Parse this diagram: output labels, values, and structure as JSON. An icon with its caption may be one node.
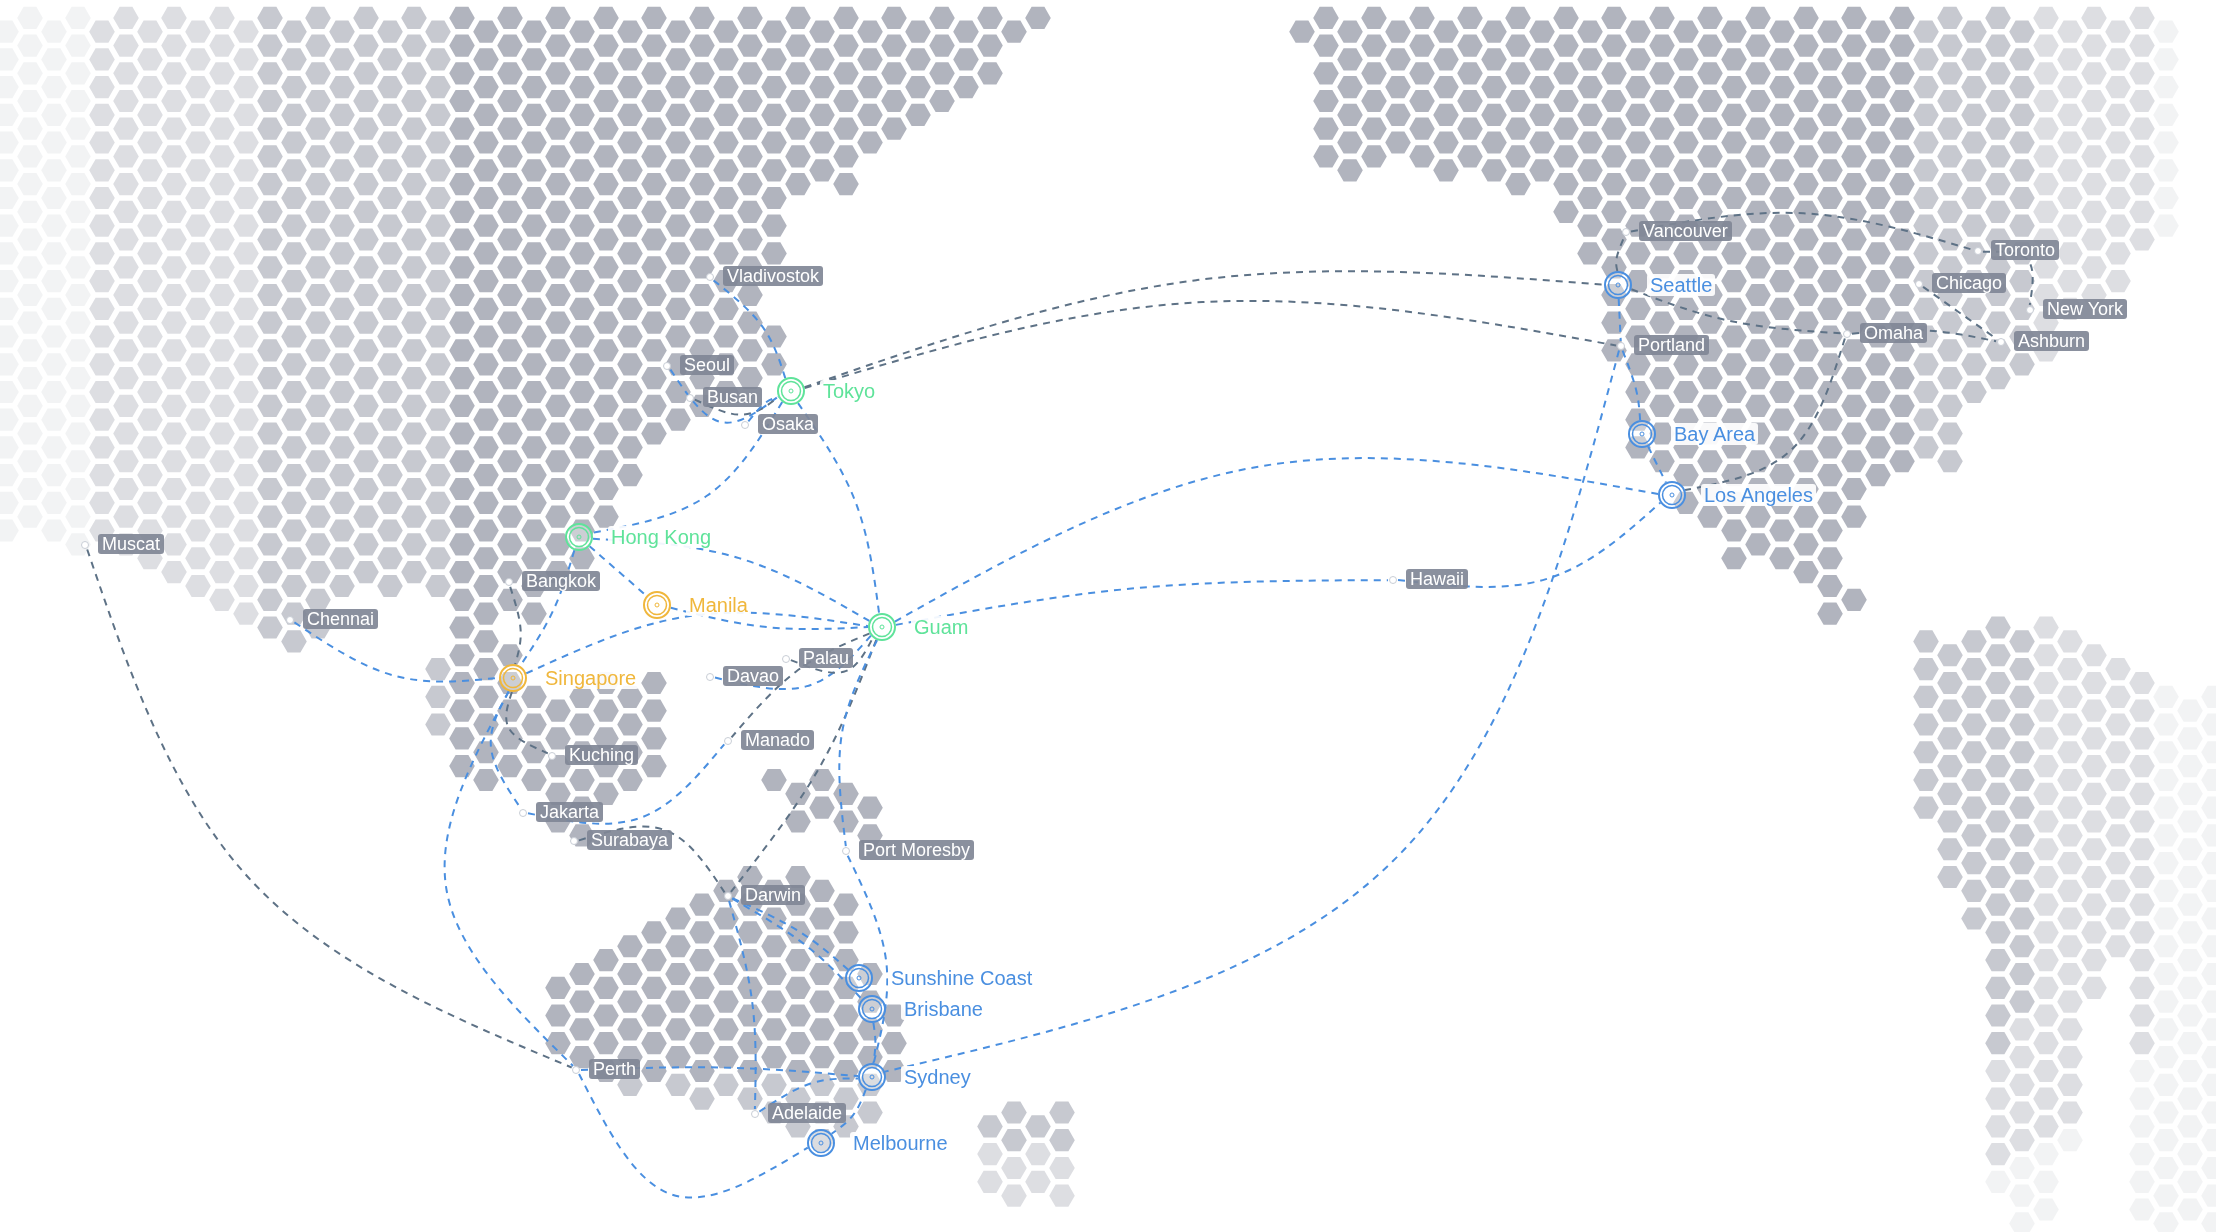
{
  "diagram": {
    "nodes": [
      {
        "text": [],
        "shape": "dot",
        "beside": [
          "Vladivostok"
        ]
      },
      {
        "text": [],
        "shape": "dot",
        "beside": [
          "Seoul"
        ]
      },
      {
        "text": [],
        "shape": "dot",
        "beside": [
          "Busan"
        ]
      },
      {
        "text": [],
        "shape": "ring",
        "beside": [
          "Tokyo"
        ]
      },
      {
        "text": [],
        "shape": "dot",
        "beside": [
          "Osaka"
        ]
      },
      {
        "text": [],
        "shape": "dot",
        "beside": [
          "Muscat"
        ]
      },
      {
        "text": [],
        "shape": "ring",
        "beside": [
          "Hong Kong"
        ]
      },
      {
        "text": [],
        "shape": "dot",
        "beside": [
          "Bangkok"
        ]
      },
      {
        "text": [],
        "shape": "dot",
        "beside": [
          "Chennai"
        ]
      },
      {
        "text": [],
        "shape": "ring",
        "beside": [
          "Manila"
        ]
      },
      {
        "text": [],
        "shape": "ring",
        "beside": [
          "Guam"
        ]
      },
      {
        "text": [],
        "shape": "ring",
        "beside": [
          "Singapore"
        ]
      },
      {
        "text": [],
        "shape": "dot",
        "beside": [
          "Palau"
        ]
      },
      {
        "text": [],
        "shape": "dot",
        "beside": [
          "Davao"
        ]
      },
      {
        "text": [],
        "shape": "dot",
        "beside": [
          "Manado"
        ]
      },
      {
        "text": [],
        "shape": "dot",
        "beside": [
          "Kuching"
        ]
      },
      {
        "text": [],
        "shape": "dot",
        "beside": [
          "Jakarta"
        ]
      },
      {
        "text": [],
        "shape": "dot",
        "beside": [
          "Surabaya"
        ]
      },
      {
        "text": [],
        "shape": "dot",
        "beside": [
          "Port Moresby"
        ]
      },
      {
        "text": [],
        "shape": "dot",
        "beside": [
          "Darwin"
        ]
      },
      {
        "text": [],
        "shape": "ring",
        "beside": [
          "Sunshine Coast"
        ]
      },
      {
        "text": [],
        "shape": "ring",
        "beside": [
          "Brisbane"
        ]
      },
      {
        "text": [],
        "shape": "dot",
        "beside": [
          "Perth"
        ]
      },
      {
        "text": [],
        "shape": "ring",
        "beside": [
          "Sydney"
        ]
      },
      {
        "text": [],
        "shape": "dot",
        "beside": [
          "Adelaide"
        ]
      },
      {
        "text": [],
        "shape": "ring",
        "beside": [
          "Melbourne"
        ]
      },
      {
        "text": [],
        "shape": "dot",
        "beside": [
          "Hawaii"
        ]
      },
      {
        "text": [],
        "shape": "dot",
        "beside": [
          "Vancouver"
        ]
      },
      {
        "text": [],
        "shape": "ring",
        "beside": [
          "Seattle"
        ]
      },
      {
        "text": [],
        "shape": "dot",
        "beside": [
          "Toronto"
        ]
      },
      {
        "text": [],
        "shape": "dot",
        "beside": [
          "Chicago"
        ]
      },
      {
        "text": [],
        "shape": "dot",
        "beside": [
          "New York"
        ]
      },
      {
        "text": [],
        "shape": "dot",
        "beside": [
          "Omaha"
        ]
      },
      {
        "text": [],
        "shape": "dot",
        "beside": [
          "Ashburn"
        ]
      },
      {
        "text": [],
        "shape": "dot",
        "beside": [
          "Portland"
        ]
      },
      {
        "text": [],
        "shape": "ring",
        "beside": [
          "Bay Area"
        ]
      },
      {
        "text": [],
        "shape": "ring",
        "beside": [
          "Los Angeles"
        ]
      }
    ],
    "edges": [
      {
        "from": 3,
        "to": 28,
        "arrow": "none",
        "color": "#5e7286"
      },
      {
        "from": 3,
        "to": 34,
        "arrow": "none",
        "color": "#5e7286"
      },
      {
        "from": 0,
        "to": 3,
        "arrow": "none"
      },
      {
        "from": 1,
        "to": 3,
        "arrow": "none"
      },
      {
        "from": 2,
        "to": 3,
        "arrow": "none",
        "color": "#5e7286"
      },
      {
        "from": 4,
        "to": 3,
        "arrow": "none"
      },
      {
        "from": 3,
        "to": 6,
        "arrow": "none"
      },
      {
        "from": 3,
        "to": 10,
        "arrow": "none"
      },
      {
        "from": 6,
        "to": 10,
        "arrow": "none"
      },
      {
        "from": 6,
        "to": 9,
        "arrow": "none"
      },
      {
        "from": 6,
        "to": 11,
        "arrow": "none"
      },
      {
        "from": 9,
        "to": 10,
        "arrow": "none"
      },
      {
        "from": 8,
        "to": 11,
        "arrow": "none"
      },
      {
        "from": 7,
        "to": 11,
        "arrow": "none",
        "color": "#5e7286"
      },
      {
        "from": 5,
        "to": 22,
        "arrow": "none",
        "color": "#5e7286"
      },
      {
        "from": 11,
        "to": 10,
        "arrow": "none"
      },
      {
        "from": 13,
        "to": 10,
        "arrow": "none"
      },
      {
        "from": 12,
        "to": 10,
        "arrow": "none",
        "color": "#5e7286"
      },
      {
        "from": 10,
        "to": 36,
        "arrow": "none"
      },
      {
        "from": 10,
        "to": 26,
        "arrow": "none"
      },
      {
        "from": 26,
        "to": 36,
        "arrow": "none"
      },
      {
        "from": 34,
        "to": 23,
        "arrow": "none"
      },
      {
        "from": 28,
        "to": 27,
        "arrow": "none",
        "color": "#5e7286"
      },
      {
        "from": 27,
        "to": 29,
        "arrow": "none",
        "color": "#5e7286"
      },
      {
        "from": 28,
        "to": 32,
        "arrow": "none",
        "color": "#5e7286"
      },
      {
        "from": 32,
        "to": 36,
        "arrow": "none",
        "color": "#5e7286"
      },
      {
        "from": 32,
        "to": 33,
        "arrow": "none",
        "color": "#5e7286"
      },
      {
        "from": 30,
        "to": 33,
        "arrow": "none",
        "color": "#5e7286"
      },
      {
        "from": 29,
        "to": 31,
        "arrow": "none",
        "color": "#5e7286"
      },
      {
        "from": 28,
        "to": 34,
        "arrow": "none"
      },
      {
        "from": 34,
        "to": 35,
        "arrow": "none"
      },
      {
        "from": 35,
        "to": 36,
        "arrow": "none"
      },
      {
        "from": 11,
        "to": 15,
        "arrow": "none",
        "color": "#5e7286"
      },
      {
        "from": 11,
        "to": 16,
        "arrow": "none"
      },
      {
        "from": 16,
        "to": 14,
        "arrow": "none"
      },
      {
        "from": 17,
        "to": 19,
        "arrow": "none",
        "color": "#5e7286"
      },
      {
        "from": 10,
        "to": 19,
        "arrow": "none",
        "color": "#5e7286"
      },
      {
        "from": 10,
        "to": 18,
        "arrow": "none"
      },
      {
        "from": 18,
        "to": 23,
        "arrow": "none"
      },
      {
        "from": 11,
        "to": 22,
        "arrow": "none"
      },
      {
        "from": 22,
        "to": 23,
        "arrow": "none"
      },
      {
        "from": 22,
        "to": 25,
        "arrow": "none"
      },
      {
        "from": 19,
        "to": 20,
        "arrow": "none"
      },
      {
        "from": 19,
        "to": 21,
        "arrow": "none"
      },
      {
        "from": 19,
        "to": 24,
        "arrow": "none"
      },
      {
        "from": 24,
        "to": 23,
        "arrow": "none"
      },
      {
        "from": 23,
        "to": 25,
        "arrow": "none"
      },
      {
        "from": 21,
        "to": 23,
        "arrow": "none"
      },
      {
        "from": 10,
        "to": 14,
        "arrow": "none",
        "color": "#5e7286"
      }
    ]
  }
}
